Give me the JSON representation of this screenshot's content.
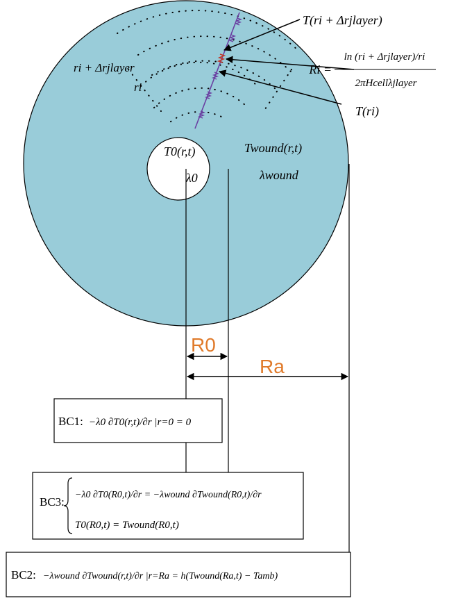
{
  "labels": {
    "t_outer": "T(ri + Δrjlayer)",
    "t_inner": "T(ri)",
    "r_outer": "ri + Δrjlayer",
    "r_inner": "ri",
    "resistance_lhs": "Ri =",
    "resistance_num": "ln (ri + Δrjlayer)/ri",
    "resistance_den": "2πHcellλjlayer",
    "core_temp": "T0(r,t)",
    "core_cond": "λ0",
    "wound_temp": "Twound(r,t)",
    "wound_cond": "λwound",
    "radius_core": "R0",
    "radius_outer": "Ra"
  },
  "boundary_conditions": {
    "bc1": {
      "label": "BC1:",
      "equation": "−λ0 ∂T0(r,t)/∂r |r=0 = 0"
    },
    "bc3": {
      "label": "BC3:",
      "eq1": "−λ0 ∂T0(R0,t)/∂r = −λwound ∂Twound(R0,t)/∂r",
      "eq2": "T0(R0,t) = Twound(R0,t)"
    },
    "bc2": {
      "label": "BC2:",
      "equation": "−λwound ∂Twound(r,t)/∂r |r=Ra = h(Twound(Ra,t) − Tamb)"
    }
  },
  "colors": {
    "wound_fill": "#99ccd9",
    "resistor_purple": "#6a3ea1",
    "resistor_red": "#c0392b",
    "radius_label": "#e07a2a"
  }
}
